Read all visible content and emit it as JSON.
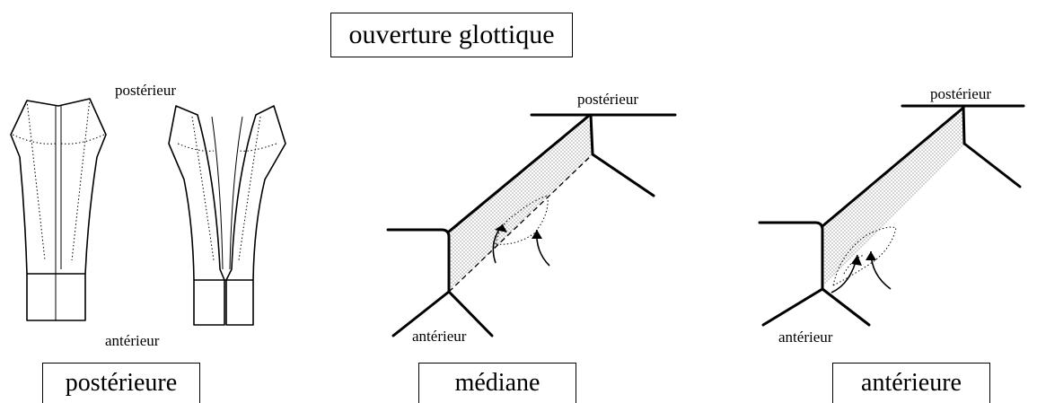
{
  "title": "ouverture glottique",
  "labels": {
    "posterior_1": "postérieur",
    "anterior_1": "antérieur",
    "posterior_2": "postérieur",
    "anterior_2": "antérieur",
    "posterior_3": "postérieur",
    "anterior_3": "antérieur"
  },
  "captions": {
    "left": "postérieure",
    "middle": "médiane",
    "right": "antérieure"
  }
}
